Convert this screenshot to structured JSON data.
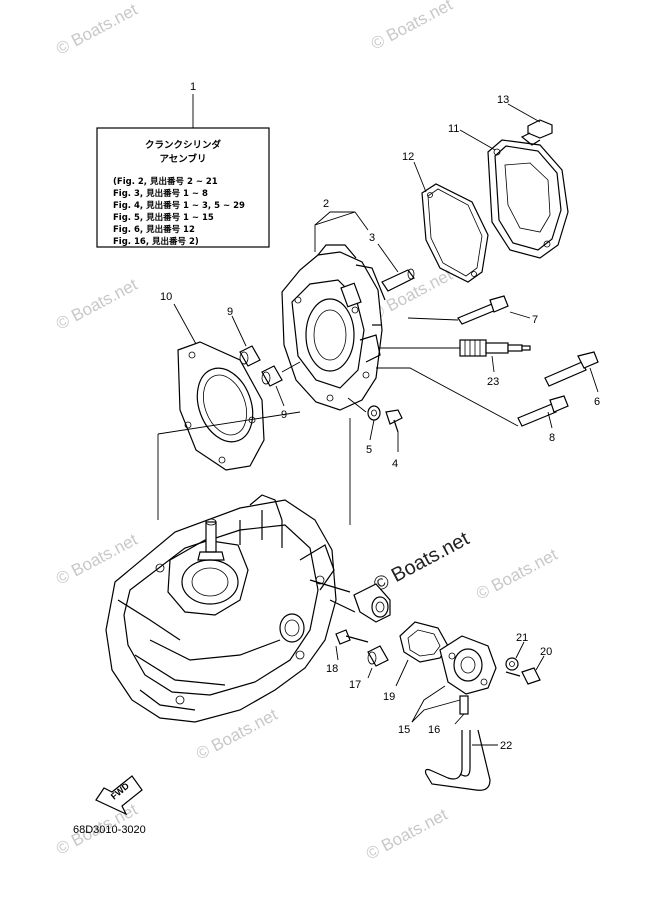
{
  "watermarks": {
    "w1": "© Boats.net",
    "w2": "© Boats.net",
    "w3": "© Boats.net",
    "w4": "© Boats.net",
    "w5": "© Boats.net",
    "w6": "© Boats.net",
    "w7": "© Boats.net",
    "w8": "© Boats.net",
    "w9": "© Boats.net",
    "center": "© Boats.net"
  },
  "info_box": {
    "title_line1": "クランクシリンダ",
    "title_line2": "アセンブリ",
    "lines": [
      "(Fig. 2, 見出番号 2 ~ 21",
      " Fig. 3, 見出番号 1 ~ 8",
      " Fig. 4, 見出番号 1 ~ 3, 5 ~ 29",
      " Fig. 5, 見出番号 1 ~ 15",
      " Fig. 6, 見出番号 12",
      " Fig. 16, 見出番号 2)"
    ]
  },
  "callouts": {
    "c1": "1",
    "c2": "2",
    "c3": "3",
    "c4": "4",
    "c5": "5",
    "c6": "6",
    "c7": "7",
    "c8": "8",
    "c9a": "9",
    "c9b": "9",
    "c10": "10",
    "c11": "11",
    "c12": "12",
    "c13": "13",
    "c15": "15",
    "c16": "16",
    "c17": "17",
    "c18": "18",
    "c19": "19",
    "c20": "20",
    "c21": "21",
    "c22": "22",
    "c23": "23"
  },
  "fwd_label": "FWD",
  "figure_code": "68D3010-3020"
}
